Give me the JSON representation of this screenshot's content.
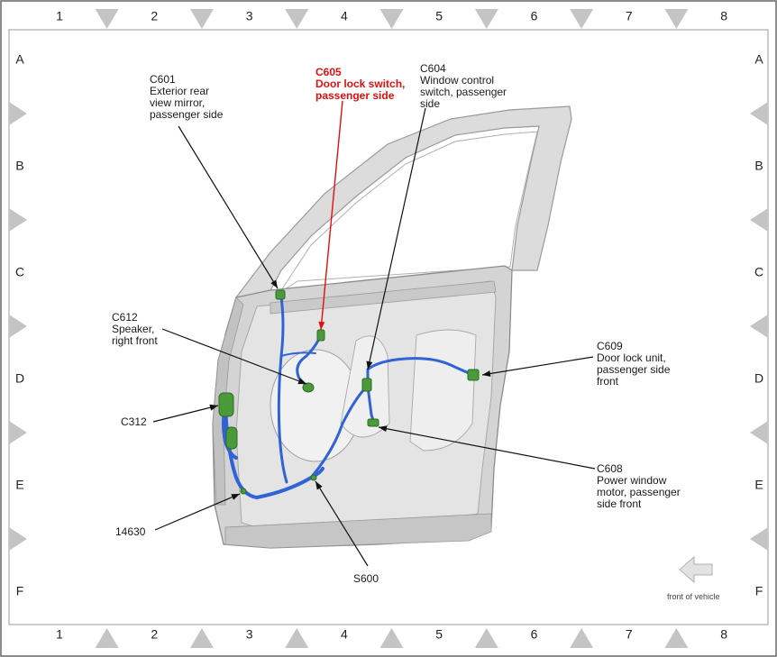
{
  "grid": {
    "columns": [
      "1",
      "2",
      "3",
      "4",
      "5",
      "6",
      "7",
      "8"
    ],
    "rows": [
      "A",
      "B",
      "C",
      "D",
      "E",
      "F"
    ]
  },
  "callouts": {
    "c601": [
      "C601",
      "Exterior rear",
      "view mirror,",
      "passenger side"
    ],
    "c605": [
      "C605",
      "Door lock switch,",
      "passenger side"
    ],
    "c604": [
      "C604",
      "Window control",
      "switch, passenger",
      "side"
    ],
    "c612": [
      "C612",
      "Speaker,",
      "right front"
    ],
    "c609": [
      "C609",
      "Door lock unit,",
      "passenger side",
      "front"
    ],
    "c312": [
      "C312"
    ],
    "c608": [
      "C608",
      "Power window",
      "motor, passenger",
      "side front"
    ],
    "n14630": [
      "14630"
    ],
    "s600": [
      "S600"
    ]
  },
  "orientation": {
    "label": "front of vehicle"
  },
  "colors": {
    "harness": "#2f63d6",
    "connector": "#4a9a3a",
    "highlight": "#e01010",
    "door": "#d7d7d7",
    "triangle": "#c4c4c4"
  }
}
